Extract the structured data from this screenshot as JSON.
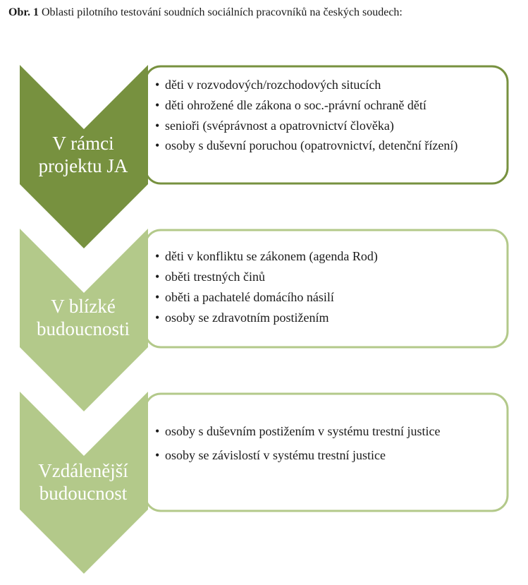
{
  "caption": {
    "label": "Obr. 1",
    "text": "Oblasti pilotního testování soudních sociálních pracovníků na českých soudech:"
  },
  "colors": {
    "dark_green": "#77913f",
    "light_green": "#b3c98a",
    "text": "#1a1a1a"
  },
  "stages": [
    {
      "title_lines": [
        "V rámci",
        "projektu JA"
      ],
      "items": [
        "děti v rozvodových/rozchodových situcích",
        "děti ohrožené dle zákona o soc.-právní ochraně dětí",
        "senioři (svéprávnost a opatrovnictví člověka)",
        "osoby s duševní poruchou (opatrovnictví, detenční řízení)"
      ]
    },
    {
      "title_lines": [
        "V blízké",
        "budoucnosti"
      ],
      "items": [
        "děti v konfliktu se zákonem (agenda Rod)",
        "oběti trestných činů",
        "oběti a pachatelé domácího násilí",
        "osoby se zdravotním postižením"
      ]
    },
    {
      "title_lines": [
        "Vzdálenější",
        "budoucnost"
      ],
      "items": [
        "osoby s duševním postižením v systému trestní justice",
        "osoby se závislostí v systému trestní justice"
      ]
    }
  ]
}
